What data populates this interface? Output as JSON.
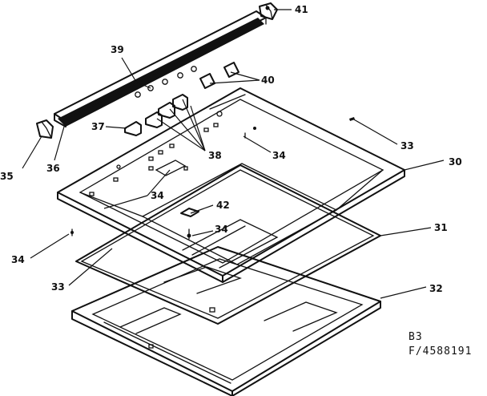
{
  "callouts": {
    "c41": "41",
    "c39": "39",
    "c40": "40",
    "c37": "37",
    "c38": "38",
    "c33a": "33",
    "c34a": "34",
    "c35": "35",
    "c36": "36",
    "c30": "30",
    "c34b": "34",
    "c42": "42",
    "c34c": "34",
    "c31": "31",
    "c34d": "34",
    "c33b": "33",
    "c32": "32"
  },
  "reference": {
    "sheet": "B3",
    "drawing_number": "F/4588191"
  }
}
